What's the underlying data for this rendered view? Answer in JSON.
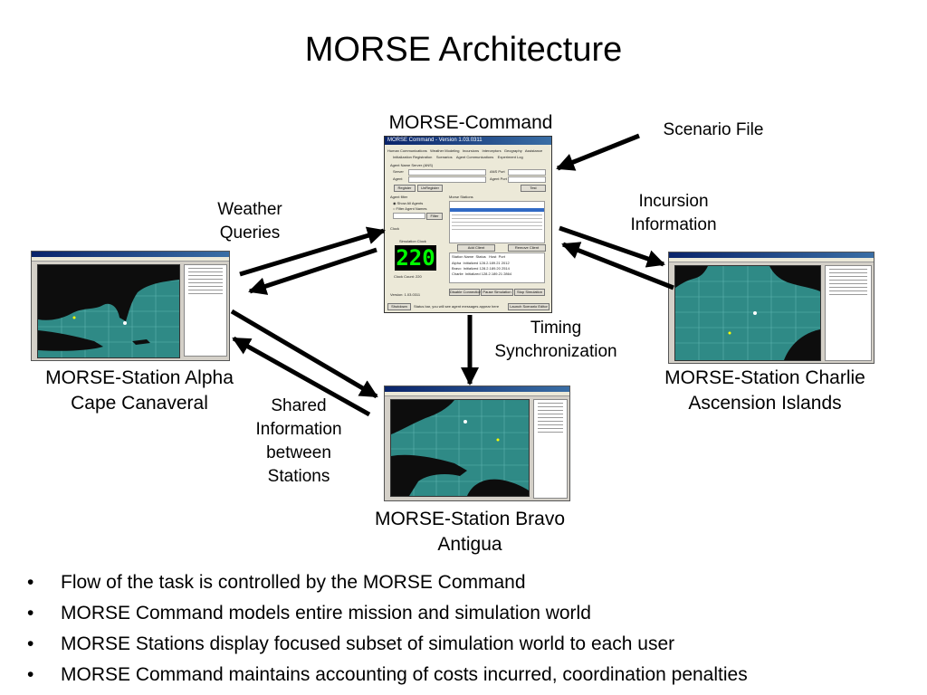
{
  "title": "MORSE Architecture",
  "nodes": {
    "command": {
      "label": "MORSE-Command"
    },
    "alpha": {
      "line1": "MORSE-Station Alpha",
      "line2": "Cape Canaveral"
    },
    "bravo": {
      "line1": "MORSE-Station Bravo",
      "line2": "Antigua"
    },
    "charlie": {
      "line1": "MORSE-Station Charlie",
      "line2": "Ascension Islands"
    }
  },
  "flows": {
    "scenario_file": "Scenario File",
    "weather_queries": [
      "Weather",
      "Queries"
    ],
    "incursion_information": [
      "Incursion",
      "Information"
    ],
    "timing_synchronization": [
      "Timing",
      "Synchronization"
    ],
    "shared_information": [
      "Shared",
      "Information",
      "between",
      "Stations"
    ]
  },
  "command_window": {
    "title": "MORSE Command - Version 1.03.0311",
    "tabs_row1": [
      "Human Communications",
      "Weather Modeling",
      "Incursions",
      "Interceptors",
      "Geography",
      "Assistance"
    ],
    "tabs_row2": [
      "Initialization Registration",
      "Scenarios",
      "Agent Communications",
      "Experiment Log"
    ],
    "agent_name_server": "Agent Name Server (ANS)",
    "server_label": "Server",
    "agent_label": "Agent",
    "ans_port_label": "ANS Port",
    "agent_port_label": "Agent Port",
    "register_button": "Register",
    "unregister_button": "UnRegister",
    "test_button": "Test",
    "agent_filter": "Agent filter",
    "show_all_agents": "Show All Agents",
    "filter_agent_names": "Filter Agent Names",
    "filter_button": "Filter",
    "clock_label": "Clock",
    "simulation_clock": "Simulation Clock",
    "clock_value": "220",
    "clock_count": "Clock Count: 220",
    "morse_stations": "Morse Stations",
    "add_client": "Add Client",
    "remove_client": "Remove Client",
    "table_headers": [
      "Station Name",
      "Status",
      "Host",
      "Port"
    ],
    "table_rows": [
      [
        "Alpha",
        "Initialized",
        "128.2.189.21",
        "2012"
      ],
      [
        "Bravo",
        "Initialized",
        "128.2.189.20",
        "2514"
      ],
      [
        "Charlie",
        "Initialized",
        "128.2.189.21",
        "2864"
      ]
    ],
    "version": "Version: 1.03.0311",
    "disable_connections": "Disable Connections",
    "pause_simulation": "Pause Simulation",
    "stop_simulation": "Stop Simulation",
    "shutdown_button": "Shutdown",
    "status_text": "Status bar, you will see agent messages appear here",
    "launch_editor": "Launch Scenario Editor"
  },
  "bullets": [
    "Flow of the task is controlled by the MORSE Command",
    "MORSE Command models entire mission and simulation world",
    "MORSE Stations display focused subset of simulation world to each user",
    "MORSE Command maintains accounting of costs incurred, coordination penalties"
  ],
  "bullet_glyph": "•",
  "colors": {
    "map_water": "#2f8a86",
    "land": "#0d0d0d",
    "clock_digits": "#00ff00",
    "titlebar": "#0a246a"
  }
}
